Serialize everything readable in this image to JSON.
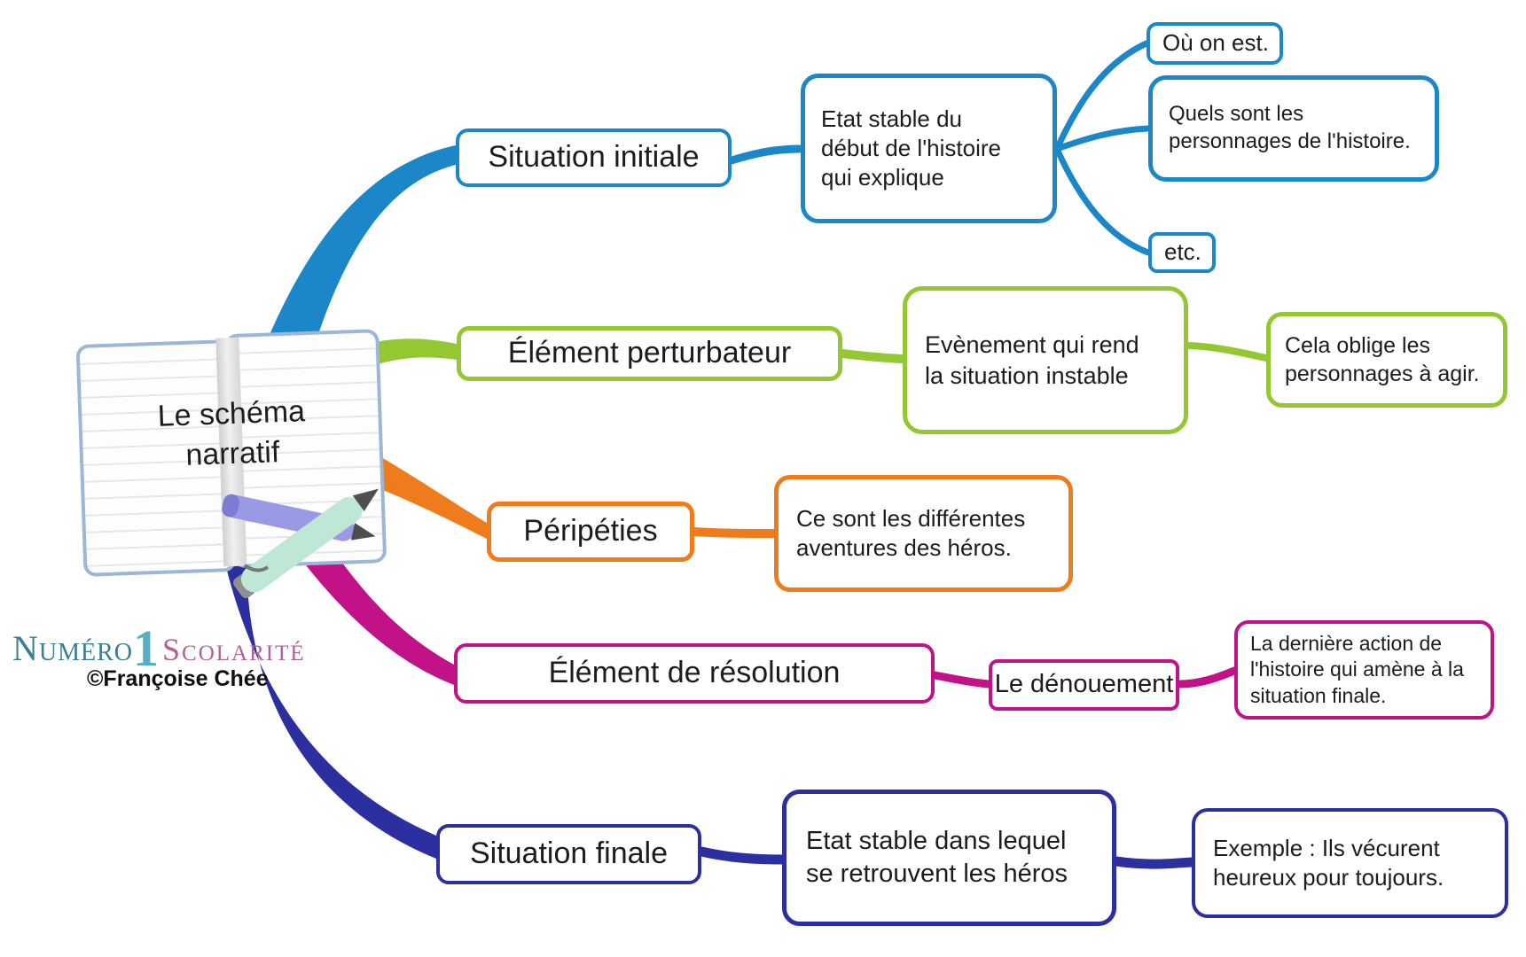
{
  "central": {
    "label": "Le schéma\nnarratif"
  },
  "branding": {
    "numero": "Numéro",
    "one": "1",
    "scolarite": "Scolarité",
    "copyright": "©Françoise Chée"
  },
  "colors": {
    "blue": "#1b87c9",
    "green": "#94c832",
    "orange": "#ee7c1d",
    "magenta": "#c21288",
    "navy": "#2c2f9f",
    "notebook_border": "#9db6d8"
  },
  "branches": [
    {
      "label": "Situation initiale",
      "color": "#1b87c9",
      "detail": "Etat stable du\ndébut de l'histoire\nqui explique",
      "children": [
        "Où on est.",
        "Quels sont les\npersonnages de l'histoire.",
        "etc."
      ]
    },
    {
      "label": "Élément perturbateur",
      "color": "#94c832",
      "detail": "Evènement qui rend\nla situation instable",
      "children": [
        "Cela oblige les\npersonnages à agir."
      ]
    },
    {
      "label": "Péripéties",
      "color": "#ee7c1d",
      "detail": "Ce sont les différentes\naventures des héros.",
      "children": []
    },
    {
      "label": "Élément de résolution",
      "color": "#c21288",
      "detail": "Le dénouement",
      "children": [
        "La dernière action de\nl'histoire qui amène à la\nsituation finale."
      ]
    },
    {
      "label": "Situation finale",
      "color": "#2c2f9f",
      "detail": "Etat stable dans lequel\nse retrouvent les héros",
      "children": [
        "Exemple : Ils vécurent\nheureux pour toujours."
      ]
    }
  ]
}
